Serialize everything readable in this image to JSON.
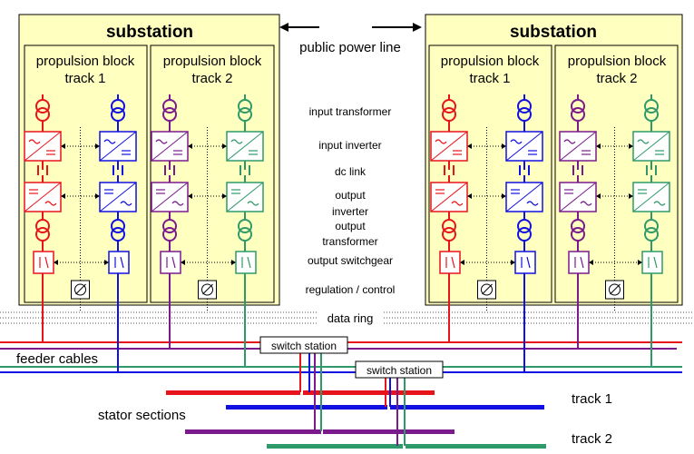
{
  "substations": [
    {
      "title": "substation",
      "blocks": [
        {
          "line1": "propulsion block",
          "line2": "track 1"
        },
        {
          "line1": "propulsion block",
          "line2": "track 2"
        }
      ]
    },
    {
      "title": "substation",
      "blocks": [
        {
          "line1": "propulsion block",
          "line2": "track 1"
        },
        {
          "line1": "propulsion block",
          "line2": "track 2"
        }
      ]
    }
  ],
  "center_labels": {
    "public_power_line": "public power line",
    "input_transformer": "input transformer",
    "input_inverter": "input inverter",
    "dc_link": "dc link",
    "output_inverter_1": "output",
    "output_inverter_2": "inverter",
    "output_transformer_1": "output",
    "output_transformer_2": "transformer",
    "output_switchgear": "output switchgear",
    "regulation_control": "regulation / control",
    "data_ring": "data ring"
  },
  "bottom_labels": {
    "feeder_cables": "feeder cables",
    "switch_station": "switch station",
    "stator_sections": "stator sections",
    "track1": "track 1",
    "track2": "track 2"
  },
  "colors": {
    "red": "#e8141c",
    "blue": "#1010e0",
    "purple": "#7a1a8c",
    "green": "#2e9a6a",
    "panel_fill": "#ffffc0",
    "panel_stroke": "#000000"
  }
}
